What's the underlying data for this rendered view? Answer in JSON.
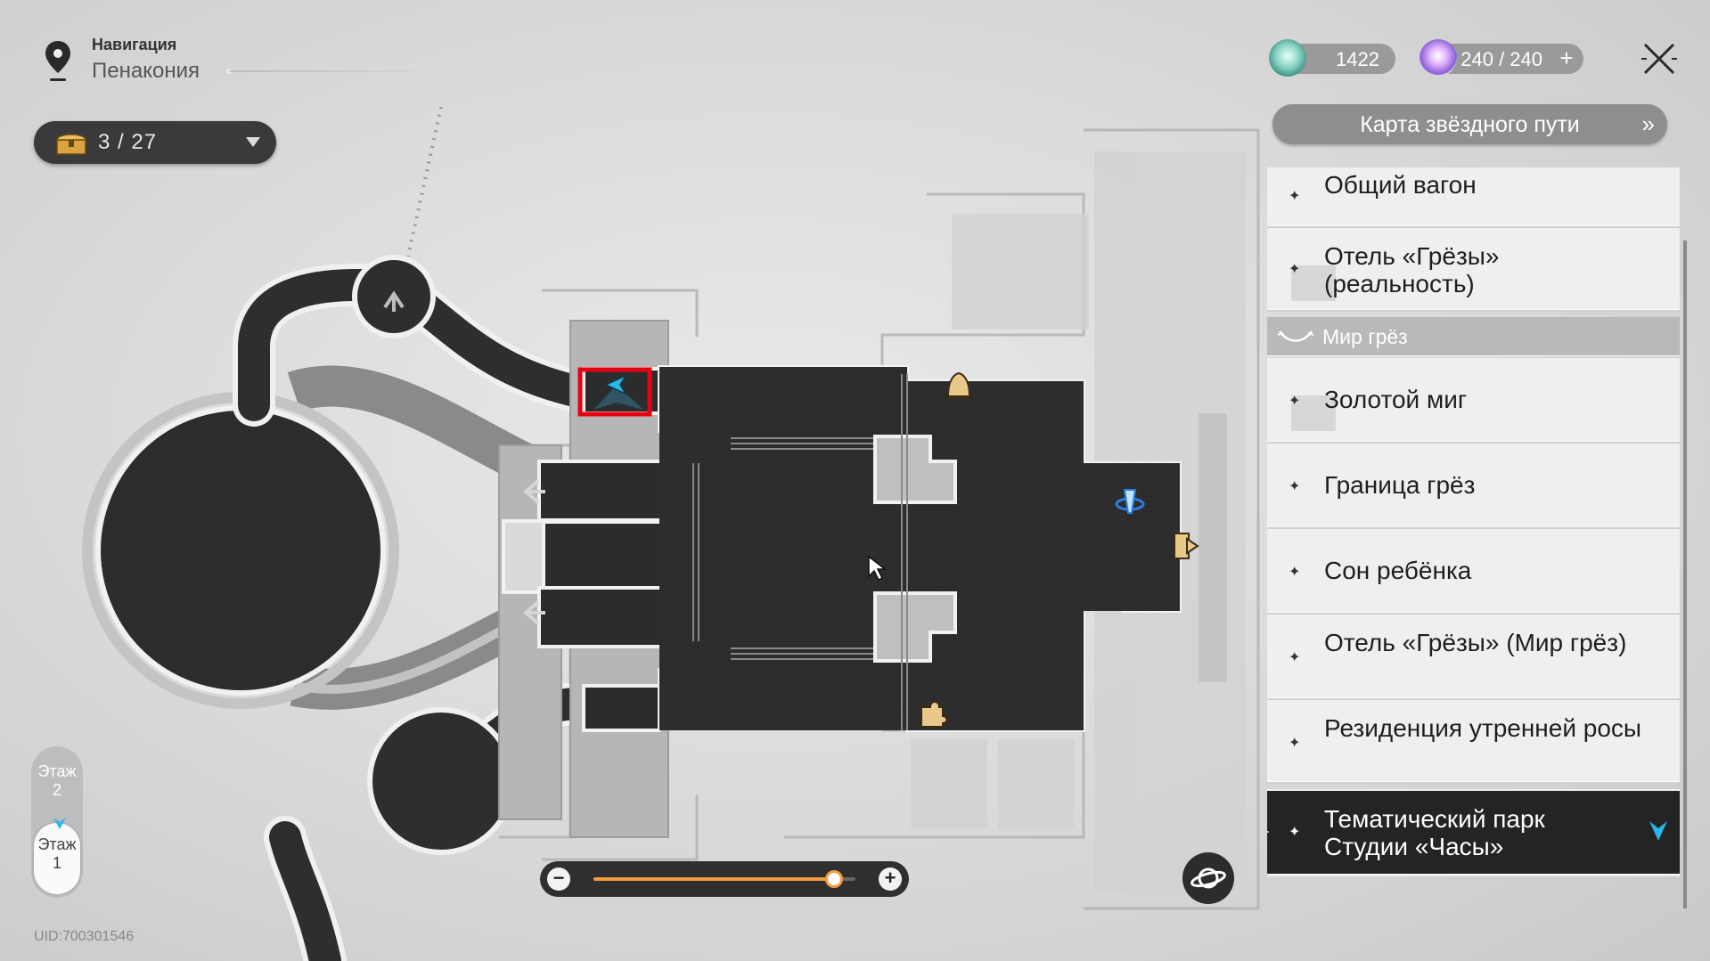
{
  "navigation": {
    "label": "Навигация",
    "location": "Пенакония"
  },
  "chests": {
    "text": "3 / 27",
    "collected": 3,
    "total": 27
  },
  "currencies": [
    {
      "icon": "stellar-jade-icon",
      "value": "1422"
    },
    {
      "icon": "trailblaze-power-icon",
      "value": "240 / 240"
    }
  ],
  "star_rail_map_button": "Карта звёздного пути",
  "locations": [
    {
      "label": "Общий вагон",
      "type": "item"
    },
    {
      "label": "Отель «Грёзы» (реальность)",
      "type": "item"
    },
    {
      "label": "Мир грёз",
      "type": "section"
    },
    {
      "label": "Золотой миг",
      "type": "item"
    },
    {
      "label": "Граница грёз",
      "type": "item"
    },
    {
      "label": "Сон ребёнка",
      "type": "item"
    },
    {
      "label": "Отель «Грёзы» (Мир грёз)",
      "type": "item"
    },
    {
      "label": "Резиденция утренней росы",
      "type": "item"
    },
    {
      "label": "Тематический парк Студии «Часы»",
      "type": "selected"
    }
  ],
  "floors": {
    "upper": "Этаж 2",
    "upper_word": "Этаж",
    "upper_num": "2",
    "current_word": "Этаж",
    "current_num": "1"
  },
  "zoom": {
    "level": 0.92
  },
  "uid": "UID:700301546",
  "colors": {
    "accent_orange": "#f19a3e",
    "player_cyan": "#29b6e8",
    "highlight_red": "#e60012",
    "map_dark": "#2b2b2b",
    "map_light": "#d6d6d6"
  }
}
